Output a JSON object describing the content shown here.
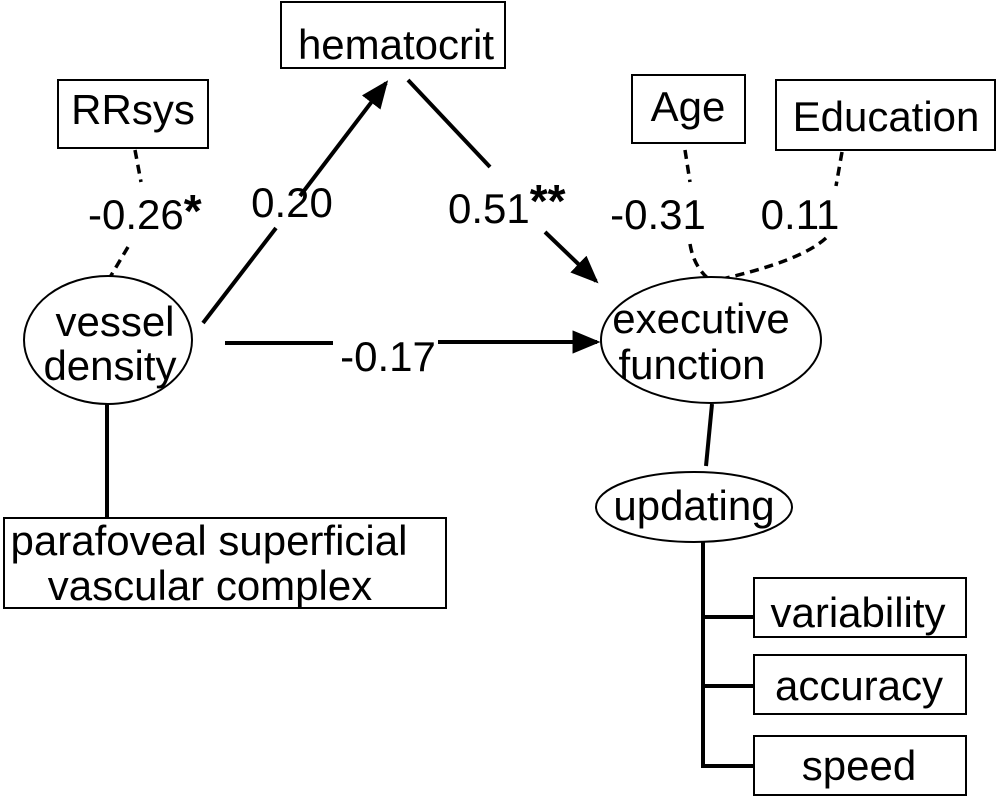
{
  "colors": {
    "ink": "#000000",
    "paper": "#ffffff"
  },
  "nodes": {
    "hematocrit": {
      "label": "hematocrit"
    },
    "rrsys": {
      "label": "RRsys"
    },
    "age": {
      "label": "Age"
    },
    "education": {
      "label": "Education"
    },
    "vessel_density": {
      "lines": [
        "vessel",
        "density"
      ]
    },
    "executive_function": {
      "lines": [
        "executive",
        "function"
      ]
    },
    "updating": {
      "label": "updating"
    },
    "parafoveal_complex": {
      "lines": [
        "parafoveal superficial",
        "vascular complex"
      ]
    },
    "variability": {
      "label": "variability"
    },
    "accuracy": {
      "label": "accuracy"
    },
    "speed": {
      "label": "speed"
    }
  },
  "paths": {
    "rrsys_to_vessel_density": {
      "coefficient": "-0.26",
      "significance": "*",
      "dashed": true
    },
    "vessel_density_to_hematocrit": {
      "coefficient": "0.20",
      "dashed": false
    },
    "hematocrit_to_executive_function": {
      "coefficient": "0.51",
      "significance": "**",
      "dashed": false
    },
    "vessel_density_to_executive_function": {
      "coefficient": "-0.17",
      "dashed": false
    },
    "age_to_executive_function": {
      "coefficient": "-0.31",
      "dashed": true
    },
    "education_to_executive_function": {
      "coefficient": "0.11",
      "dashed": true
    }
  }
}
